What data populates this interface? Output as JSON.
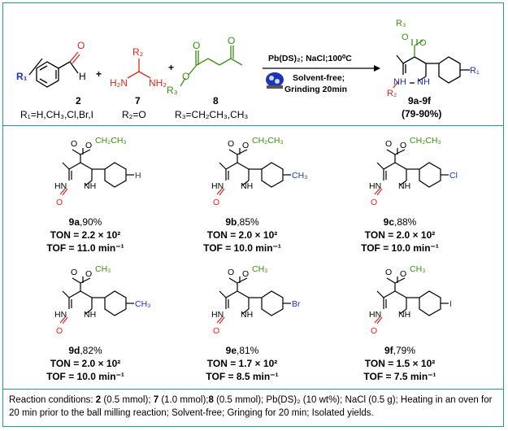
{
  "colors": {
    "border": "#2a9a8c",
    "nitrogen": "#1c34b8",
    "oxygen": "#e0261d",
    "green": "#3a8f12",
    "black": "#000000"
  },
  "scheme": {
    "compound_2": "2",
    "r1_def": "R₁=H,CH₃,Cl,Br,I",
    "compound_7": "7",
    "r2_def": "R₂=O",
    "compound_8": "8",
    "r3_def": "R₃=CH₂CH₃,CH₃",
    "plus": "+",
    "condition_top": "Pb(DS)₂; NaCl;100⁰C",
    "condition_mid": "Solvent-free;",
    "condition_bot": "Grinding 20min",
    "product_label": "9a-9f",
    "product_yield": "(79-90%)",
    "atoms": {
      "R1": "R₁",
      "R2": "R₂",
      "R3": "R₃",
      "O": "O",
      "H": "H",
      "NH": "NH",
      "HN": "HN",
      "H2N": "H₂N",
      "NH2": "NH₂",
      "OEt": "O"
    }
  },
  "products": [
    {
      "id": "9a",
      "yield": ",90%",
      "ton": "TON = 2.2 × 10²",
      "tof": "TOF = 11.0 min⁻¹",
      "ester": "CH₂CH₃",
      "sub": "H",
      "sub_color": "#1c34b8"
    },
    {
      "id": "9b",
      "yield": ",85%",
      "ton": "TON = 2.0 × 10²",
      "tof": "TOF = 10.0 min⁻¹",
      "ester": "CH₂CH₃",
      "sub": "CH₃",
      "sub_color": "#1c34b8"
    },
    {
      "id": "9c",
      "yield": ",88%",
      "ton": "TON = 2.0 × 10²",
      "tof": "TOF = 10.0 min⁻¹",
      "ester": "CH₂CH₃",
      "sub": "Cl",
      "sub_color": "#1c34b8"
    },
    {
      "id": "9d",
      "yield": ",82%",
      "ton": "TON = 2.0 × 10²",
      "tof": "TOF = 10.0 min⁻¹",
      "ester": "CH₃",
      "sub": "CH₃",
      "sub_color": "#1c34b8"
    },
    {
      "id": "9e",
      "yield": ",81%",
      "ton": "TON = 1.7 × 10²",
      "tof": "TOF = 8.5 min⁻¹",
      "ester": "CH₃",
      "sub": "Br",
      "sub_color": "#1c34b8"
    },
    {
      "id": "9f",
      "yield": ",79%",
      "ton": "TON = 1.5 × 10²",
      "tof": "TOF = 7.5 min⁻¹",
      "ester": "CH₃",
      "sub": "I",
      "sub_color": "#1c34b8"
    }
  ],
  "footer": {
    "p1": "Reaction conditions: ",
    "c2": "2",
    "p2": " (0.5 mmol); ",
    "c7": "7",
    "p3": " (1.0 mmol);",
    "c8": "8",
    "p4": " (0.5 mmol); Pb(DS)₂ (10 wt%); NaCl (0.5 g); Heating in an oven for 20 min prior to the ball milling reaction; Solvent-free; Gringing for 20 min; Isolated yields."
  }
}
